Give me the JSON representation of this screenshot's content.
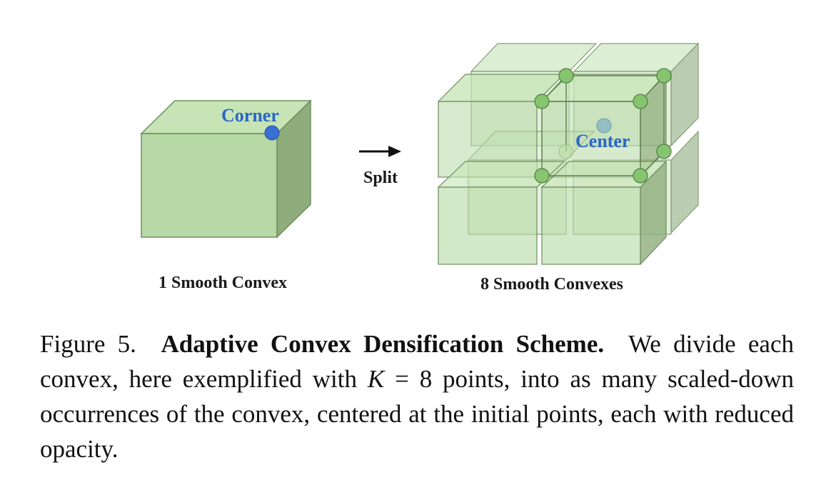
{
  "figure": {
    "left_label": "1 Smooth Convex",
    "right_label": "8 Smooth Convexes",
    "arrow_label": "Split",
    "corner_label": "Corner",
    "center_label": "Center",
    "colors": {
      "cube_front": "#b6d9a5",
      "cube_top": "#c6e4b6",
      "cube_side": "#8fad7c",
      "corner_point": "#3a6fd6",
      "small_point": "#86c46f",
      "label_blue": "#2a67c9"
    }
  },
  "caption": {
    "prefix": "Figure 5.",
    "title": "Adaptive Convex Densification Scheme.",
    "text1": "We divide each convex, here exemplified with",
    "var": "K",
    "eq": "=",
    "text2": "8 points, into as many scaled-down occurrences of the convex, centered at the initial points, each with reduced opacity."
  }
}
